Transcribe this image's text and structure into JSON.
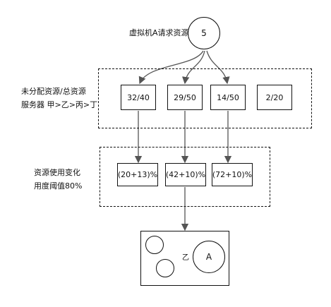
{
  "request": {
    "label": "虚拟机A请求资源",
    "value": "5"
  },
  "group1": {
    "label_line1": "未分配资源/总资源",
    "label_line2": "服务器 甲>乙>丙>丁",
    "servers": [
      "32/40",
      "29/50",
      "14/50",
      "2/20"
    ]
  },
  "group2": {
    "label_line1": "资源使用变化",
    "label_line2": "用度阈值80%",
    "changes": [
      "(20+13)%",
      "(42+10)%",
      "(72+10)%"
    ]
  },
  "placement": {
    "server_label": "乙",
    "vm_label": "A"
  }
}
